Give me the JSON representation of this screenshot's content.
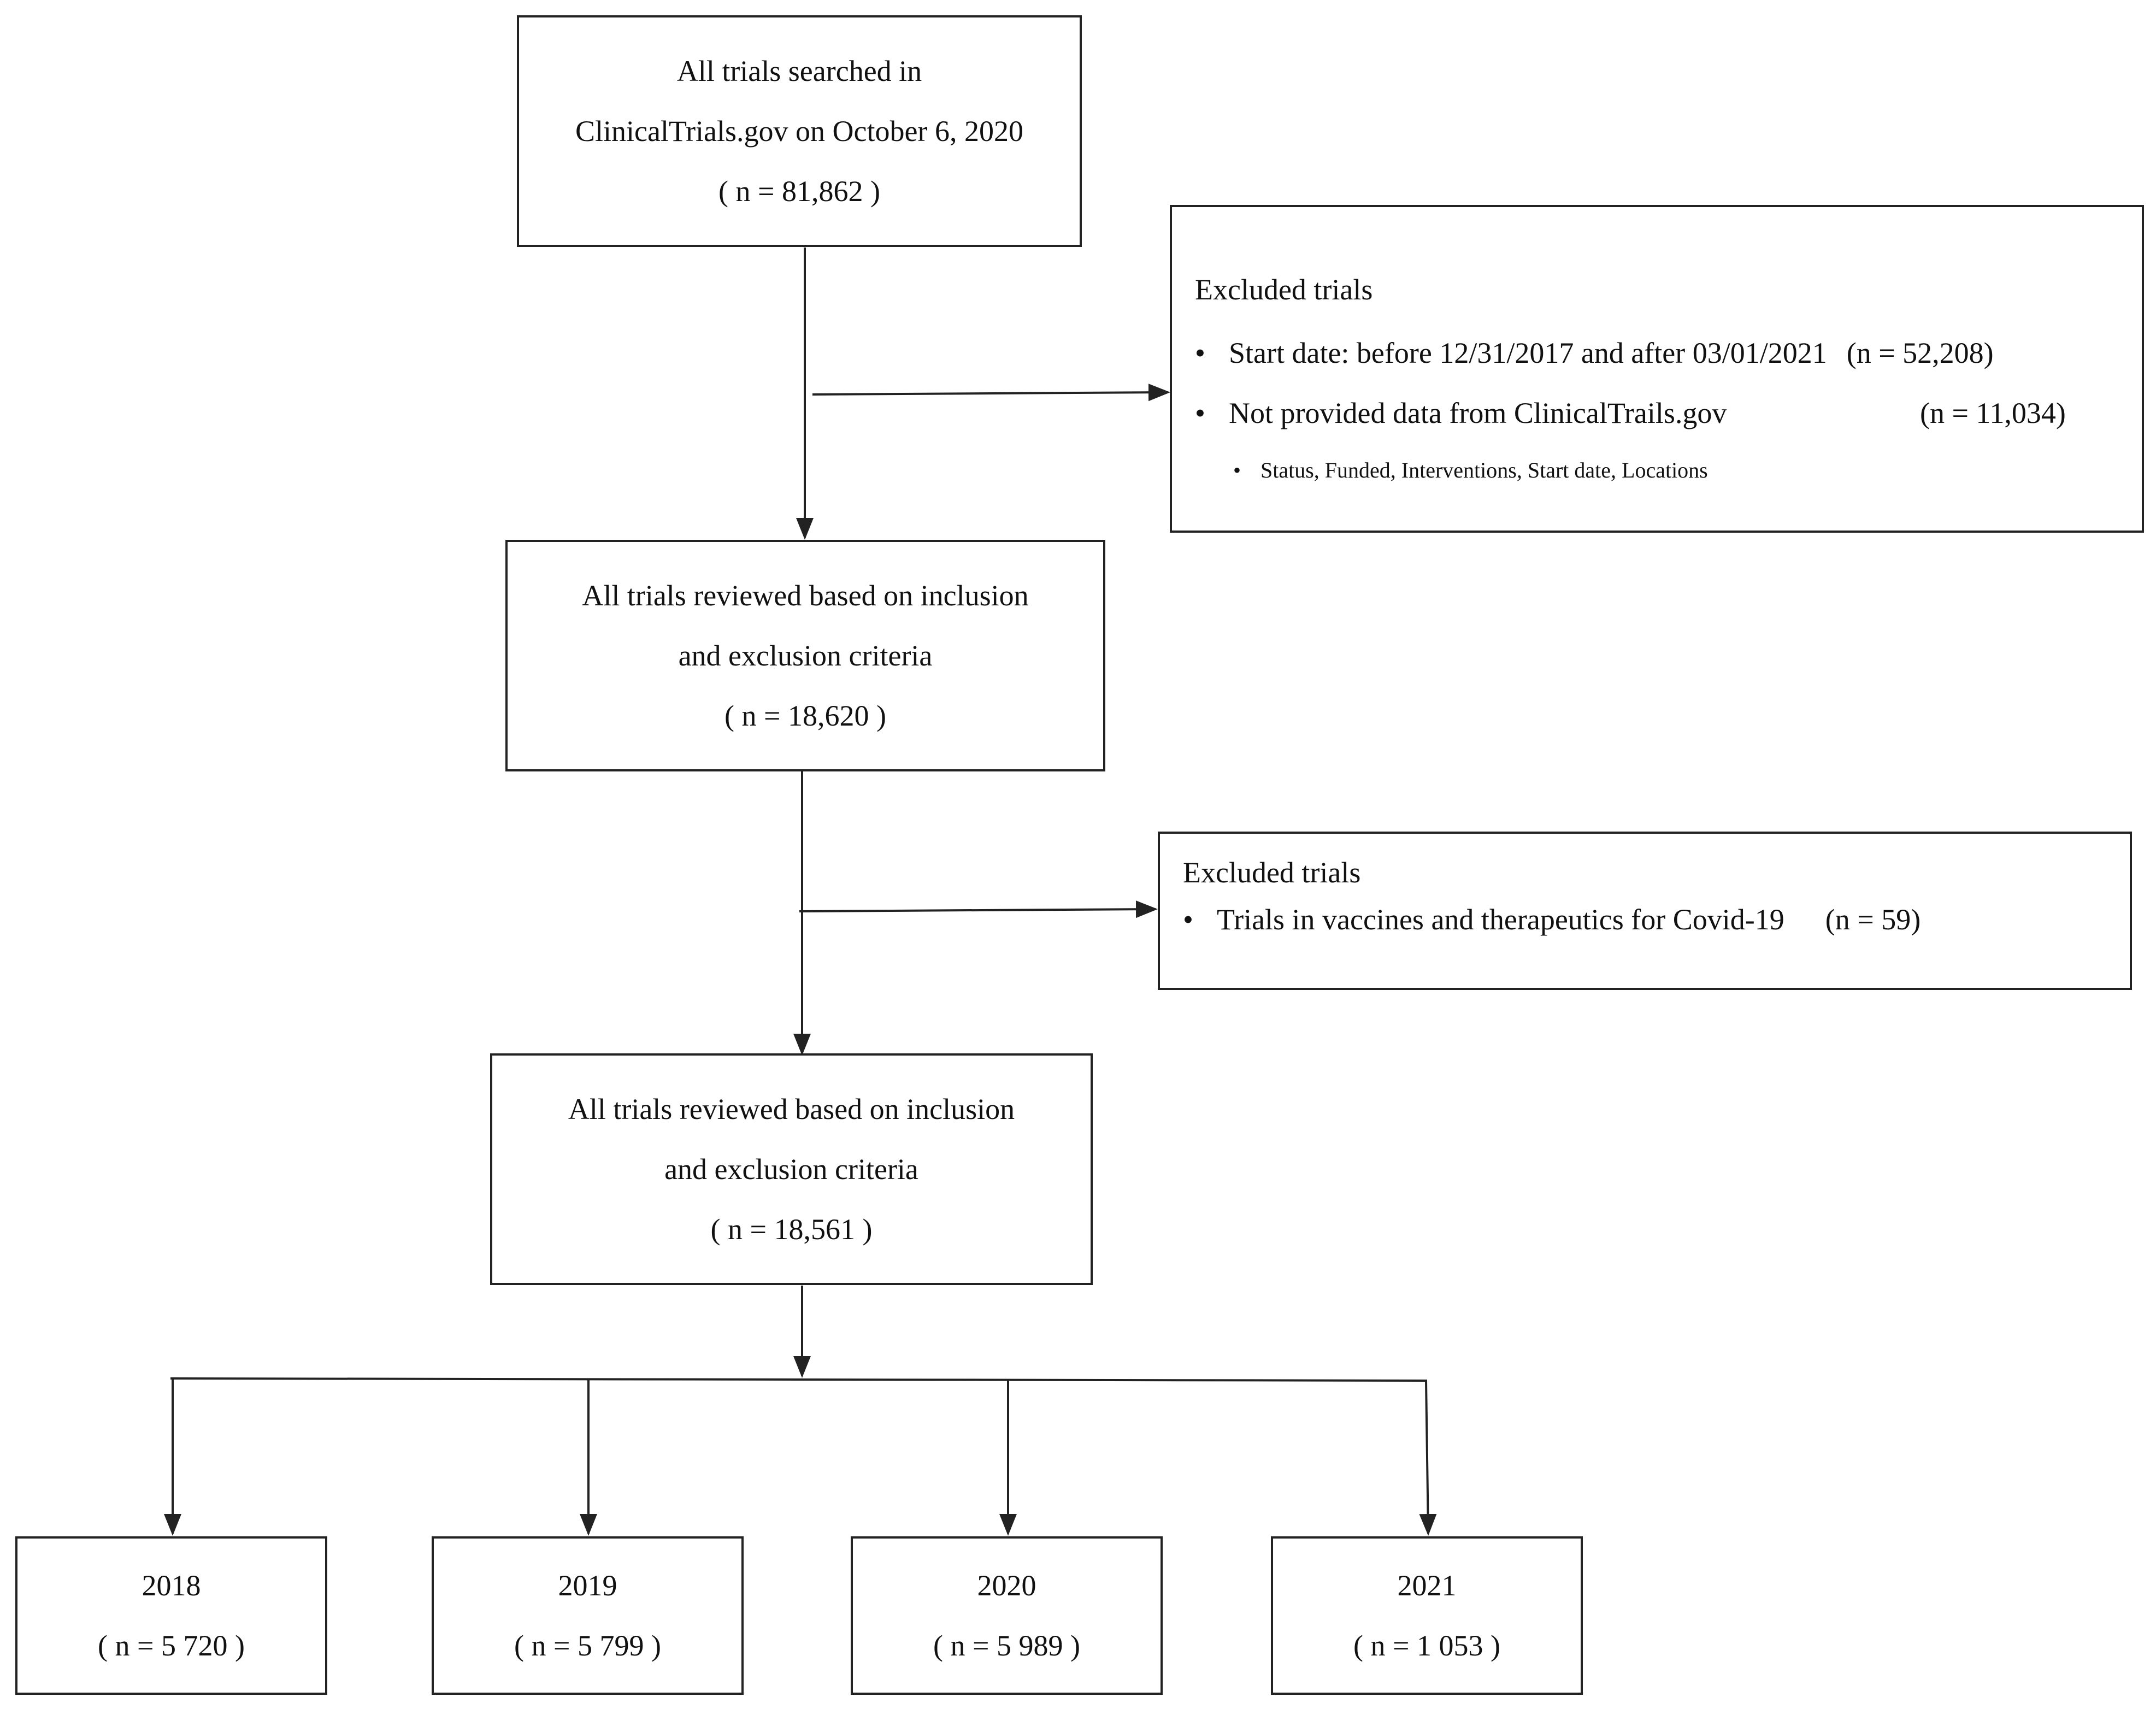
{
  "top_box": {
    "line1": "All trials searched in",
    "line2": "ClinicalTrials.gov on October 6, 2020",
    "count": "( n = 81,862 )"
  },
  "exclusion_1": {
    "title": "Excluded trials",
    "items": [
      {
        "text": "Start date: before 12/31/2017 and after 03/01/2021",
        "count": "(n = 52,208)"
      },
      {
        "text": "Not provided data from ClinicalTrails.gov",
        "count": "(n = 11,034)"
      }
    ],
    "sub_item": "Status, Funded, Interventions, Start date, Locations"
  },
  "middle_box": {
    "line1": "All trials reviewed based on inclusion",
    "line2": "and exclusion criteria",
    "count": "( n = 18,620 )"
  },
  "exclusion_2": {
    "title": "Excluded trials",
    "items": [
      {
        "text": "Trials in vaccines and therapeutics for Covid-19",
        "count": "(n = 59)"
      }
    ]
  },
  "final_box": {
    "line1": "All trials reviewed based on inclusion",
    "line2": "and exclusion criteria",
    "count": "( n = 18,561 )"
  },
  "years": [
    {
      "year": "2018",
      "count": "( n = 5 720 )"
    },
    {
      "year": "2019",
      "count": "( n = 5 799 )"
    },
    {
      "year": "2020",
      "count": "( n = 5 989 )"
    },
    {
      "year": "2021",
      "count": "( n = 1 053 )"
    }
  ],
  "colors": {
    "line": "#222222",
    "text": "#111111",
    "background": "#ffffff"
  }
}
